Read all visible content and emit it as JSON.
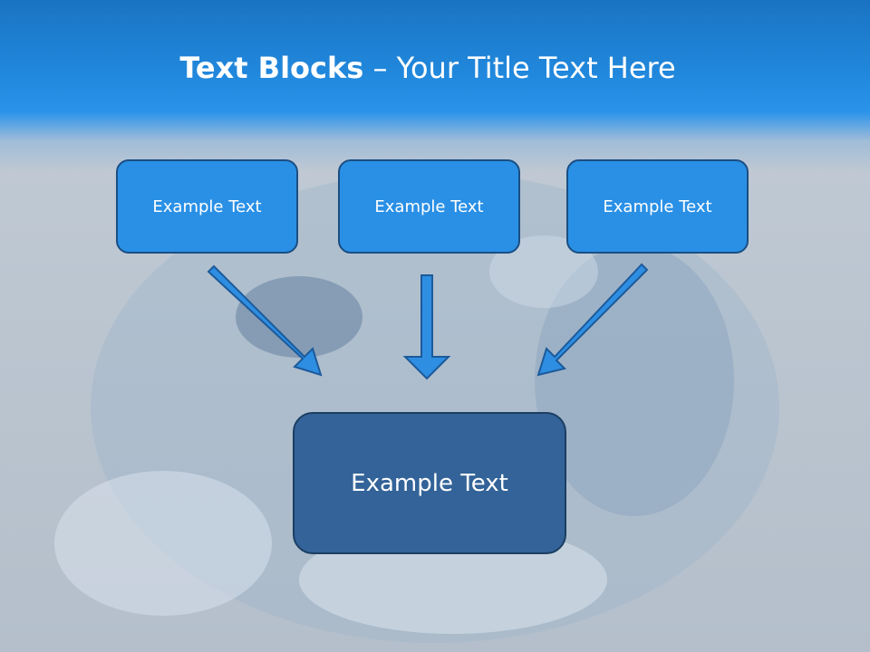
{
  "title": {
    "bold": "Text Blocks",
    "rest": " – Your Title Text Here"
  },
  "boxes": {
    "left": "Example Text",
    "center": "Example Text",
    "right": "Example Text",
    "bottom": "Example Text"
  },
  "colors": {
    "title_band": "#2189de",
    "small_box_fill": "#2a90e6",
    "small_box_border": "#1a4e82",
    "big_box_fill": "#336398",
    "big_box_border": "#1c3e62",
    "arrow_fill": "#2e8ee2",
    "arrow_stroke": "#1c5a9a"
  }
}
